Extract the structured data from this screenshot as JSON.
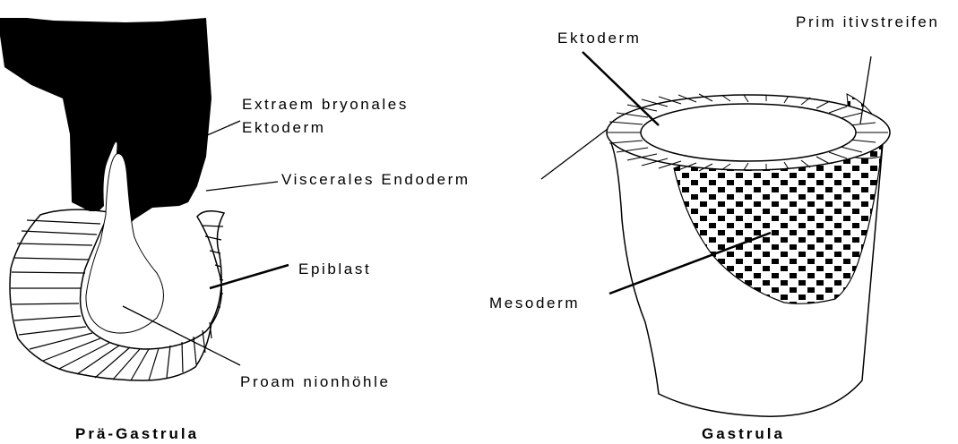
{
  "labels": {
    "extraembryonic_line1": "Extraem bryonales",
    "extraembryonic_line2": "Ektoderm",
    "visceral_endoderm": "Viscerales Endoderm",
    "epiblast": "Epiblast",
    "proamnion": "Proam nionhöhle",
    "ectoderm": "Ektoderm",
    "primitive_streak": "Prim itivstreifen",
    "mesoderm": "Mesoderm"
  },
  "captions": {
    "left": "Prä-Gastrula",
    "right": "Gastrula"
  },
  "colors": {
    "ink": "#000000",
    "paper": "#ffffff"
  }
}
